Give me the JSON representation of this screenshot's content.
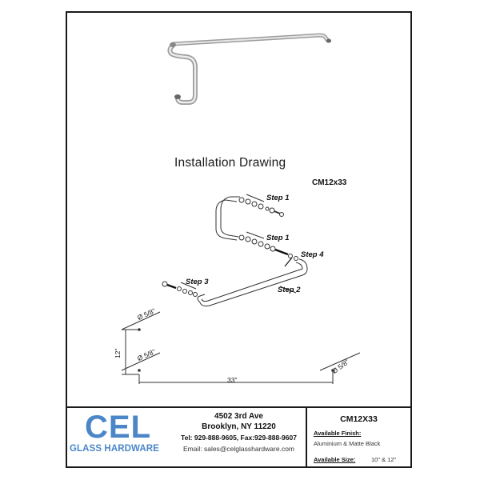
{
  "document": {
    "title": "Installation Drawing",
    "model_code": "CM12x33",
    "product_image_alt": "Towel bar pull combo product",
    "steps": [
      {
        "label": "Step 1",
        "position": "upper-pull-top"
      },
      {
        "label": "Step 1",
        "position": "upper-pull-bottom"
      },
      {
        "label": "Step 4",
        "position": "set-screw"
      },
      {
        "label": "Step 3",
        "position": "towel-bar-left"
      },
      {
        "label": "Step 2",
        "position": "towel-bar-body"
      }
    ],
    "dimensions": {
      "diameter_top": "Ø 5/8\"",
      "diameter_bottom_left": "Ø 5/8\"",
      "diameter_bottom_right": "Ø 5/8\"",
      "height": "12\"",
      "length": "33\""
    }
  },
  "footer": {
    "logo": {
      "brand": "CEL",
      "subtitle": "GLASS HARDWARE",
      "color": "#4a86c8"
    },
    "address": {
      "line1": "4502 3rd Ave",
      "line2": "Brooklyn, NY 11220",
      "phone_fax": "Tel: 929-888-9605, Fax:929-888-9607",
      "email": "Email: sales@celglasshardware.com"
    },
    "spec": {
      "model": "CM12X33",
      "finish_label": "Available Finish:",
      "finish_value": "Aluminium & Matte Black",
      "size_label": "Available Size:",
      "size_value": "10\" & 12\""
    }
  }
}
